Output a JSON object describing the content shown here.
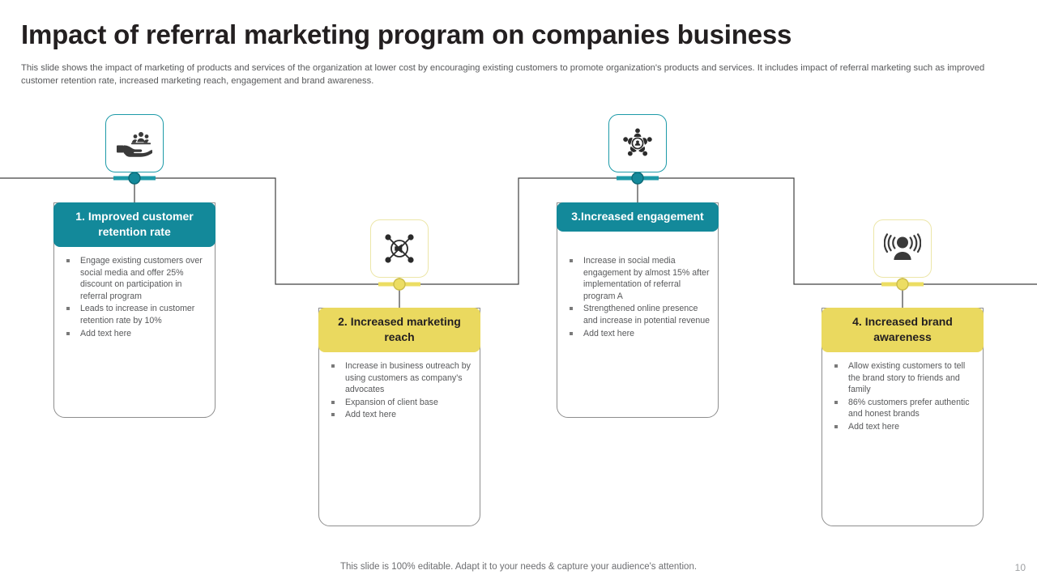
{
  "slide": {
    "title": "Impact of referral marketing program on companies business",
    "subtitle": "This slide shows the impact of marketing of products and services of the organization at lower cost by encouraging existing customers to promote organization's products and services. It includes impact of referral marketing such as improved customer retention rate, increased marketing reach, engagement and brand awareness.",
    "footer_note": "This slide is 100% editable. Adapt it to your needs & capture your audience's attention.",
    "page_number": "10"
  },
  "colors": {
    "teal": "#13899a",
    "teal_border": "#1d9aa8",
    "yellow": "#ead95f",
    "yellow_border": "#ece6a8",
    "title": "#231f20",
    "body_text": "#58595b",
    "connector_line": "#404040"
  },
  "icons": [
    {
      "name": "hand-holding-people-icon",
      "accent": "teal"
    },
    {
      "name": "network-megaphone-icon",
      "accent": "yellow"
    },
    {
      "name": "team-engagement-icon",
      "accent": "teal"
    },
    {
      "name": "person-broadcast-icon",
      "accent": "yellow"
    }
  ],
  "cards": [
    {
      "accent": "teal",
      "title": "1. Improved customer retention rate",
      "bullets": [
        "Engage existing customers over social media and offer 25% discount on participation in referral program",
        "Leads to increase in customer retention rate by 10%",
        "Add text here"
      ]
    },
    {
      "accent": "yellow",
      "title": "2. Increased marketing reach",
      "bullets": [
        "Increase in business outreach by using customers as company's advocates",
        "Expansion of client base",
        "Add text here"
      ]
    },
    {
      "accent": "teal",
      "title": "3.Increased engagement",
      "bullets": [
        "Increase in social media engagement by almost 15% after implementation of referral program A",
        "Strengthened online presence and increase in potential revenue",
        "Add text here"
      ]
    },
    {
      "accent": "yellow",
      "title": "4. Increased brand awareness",
      "bullets": [
        "Allow existing customers to tell the brand story to friends and family",
        "86% customers prefer authentic and honest brands",
        "Add text here"
      ]
    }
  ]
}
